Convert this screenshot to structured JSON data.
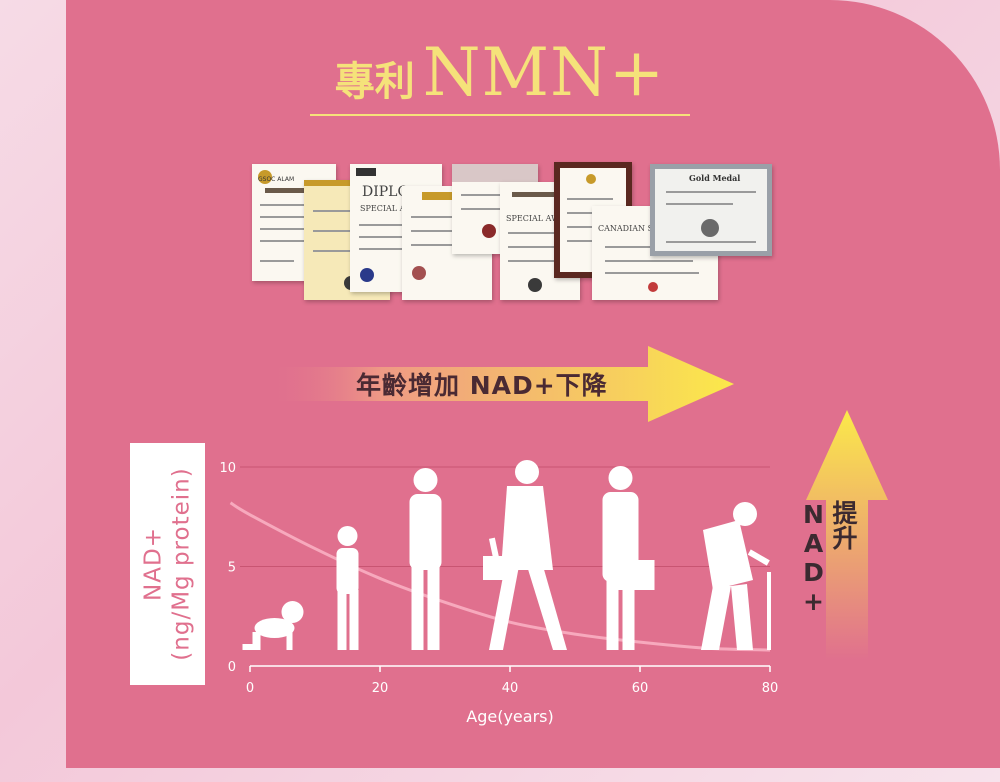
{
  "title": {
    "prefix": "專利",
    "main": "NMN+"
  },
  "banner_arrow": {
    "label": "年齡增加 NAD+下降"
  },
  "side_arrow": {
    "label": "提升NAD+"
  },
  "certificates": [
    {
      "label": "GSOC ALAM"
    },
    {
      "label": "DIPLO"
    },
    {
      "label": "SPECIAL A"
    },
    {
      "label": "SPECIAL AW"
    },
    {
      "label": "Gold Medal"
    },
    {
      "label": "CANADIAN SPECIA"
    }
  ],
  "chart_data": {
    "type": "line",
    "xlabel": "Age(years)",
    "ylabel": [
      "NAD+",
      "(ng/Mg protein)"
    ],
    "xlim": [
      0,
      80
    ],
    "ylim": [
      0,
      10
    ],
    "x_ticks": [
      "0",
      "20",
      "40",
      "60",
      "80"
    ],
    "y_ticks": [
      "0",
      "5",
      "10"
    ],
    "grid": true,
    "series": [
      {
        "x": [
          -3,
          0,
          10,
          20,
          30,
          40,
          50,
          60,
          70,
          80
        ],
        "y": [
          8.2,
          7.6,
          5.9,
          4.4,
          3.2,
          2.2,
          1.6,
          1.2,
          0.9,
          0.8
        ]
      }
    ],
    "figures_at_age": [
      {
        "age": 5,
        "name": "crawling-baby-figure"
      },
      {
        "age": 15,
        "name": "child-figure"
      },
      {
        "age": 27,
        "name": "young-man-figure"
      },
      {
        "age": 42,
        "name": "businessman-walking-figure"
      },
      {
        "age": 57,
        "name": "man-with-briefcase-figure"
      },
      {
        "age": 74,
        "name": "elderly-man-with-cane-figure"
      }
    ],
    "colors": {
      "panel": "#e0708e",
      "curve": "#f7a9bd",
      "gridline": "#c85572",
      "title_gold": "#f5e27a",
      "arrow_yellow": "#fbe94a",
      "arrow_pink": "#e0708e",
      "figure": "#ffffff"
    }
  }
}
